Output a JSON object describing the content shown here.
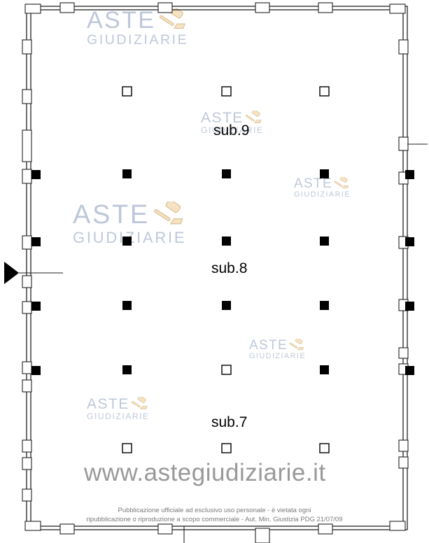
{
  "plan": {
    "unit_labels": [
      {
        "label": "sub.9"
      },
      {
        "label": "sub.8"
      },
      {
        "label": "sub.7"
      }
    ]
  },
  "watermark": {
    "aste": "ASTE",
    "giudiziarie": "GIUDIZIARIE",
    "url": "www.astegiudiziarie.it",
    "blue": "#96a5c4",
    "gavel_tan": "#f2ddb9"
  },
  "footer": {
    "line1": "Pubblicazione ufficiale ad esclusivo uso personale - è vietata ogni",
    "line2": "ripubblicazione o riproduzione a scopo commerciale - Aut. Min. Giustizia PDG 21/07/09"
  }
}
